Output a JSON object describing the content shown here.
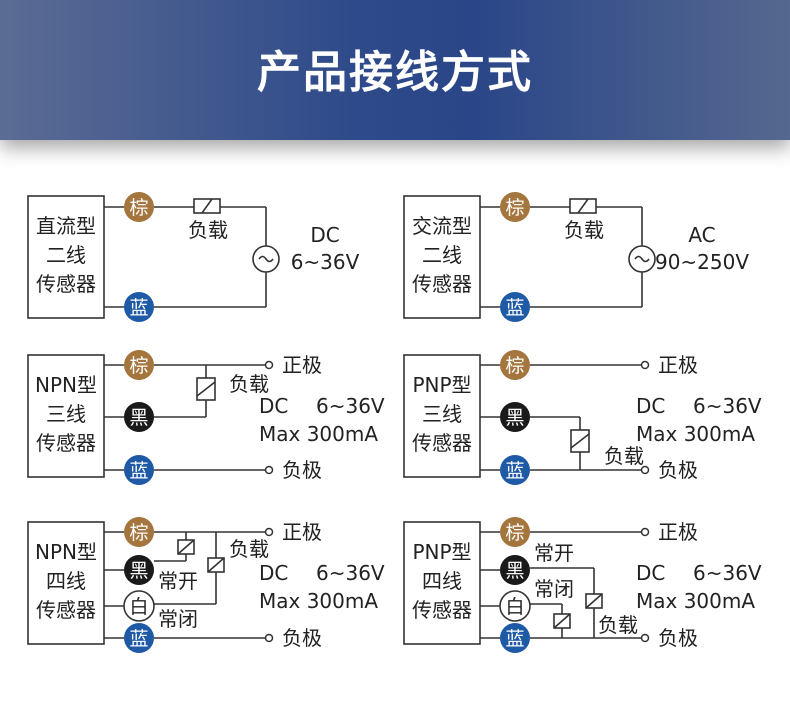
{
  "header": {
    "title": "产品接线方式"
  },
  "colors": {
    "brown": "#a4753c",
    "black": "#1a1a1a",
    "white": "#ffffff",
    "blue": "#1f5aa6",
    "line": "#333333"
  },
  "wires": {
    "brown": "棕",
    "black": "黑",
    "white": "白",
    "blue": "蓝"
  },
  "diagrams": [
    {
      "box": [
        "直流型",
        "二线",
        "传感器"
      ],
      "load": "负载",
      "supply": [
        "DC",
        "6~36V"
      ]
    },
    {
      "box": [
        "交流型",
        "二线",
        "传感器"
      ],
      "load": "负载",
      "supply": [
        "AC",
        "90~250V"
      ]
    },
    {
      "box": [
        "NPN型",
        "三线",
        "传感器"
      ],
      "load": "负载",
      "pos": "正极",
      "neg": "负极",
      "supply": [
        "DC",
        "6~36V",
        "Max 300mA"
      ]
    },
    {
      "box": [
        "PNP型",
        "三线",
        "传感器"
      ],
      "load": "负载",
      "pos": "正极",
      "neg": "负极",
      "supply": [
        "DC",
        "6~36V",
        "Max 300mA"
      ]
    },
    {
      "box": [
        "NPN型",
        "四线",
        "传感器"
      ],
      "load": "负载",
      "no": "常开",
      "nc": "常闭",
      "pos": "正极",
      "neg": "负极",
      "supply": [
        "DC",
        "6~36V",
        "Max 300mA"
      ]
    },
    {
      "box": [
        "PNP型",
        "四线",
        "传感器"
      ],
      "load": "负载",
      "no": "常开",
      "nc": "常闭",
      "pos": "正极",
      "neg": "负极",
      "supply": [
        "DC",
        "6~36V",
        "Max 300mA"
      ]
    }
  ]
}
